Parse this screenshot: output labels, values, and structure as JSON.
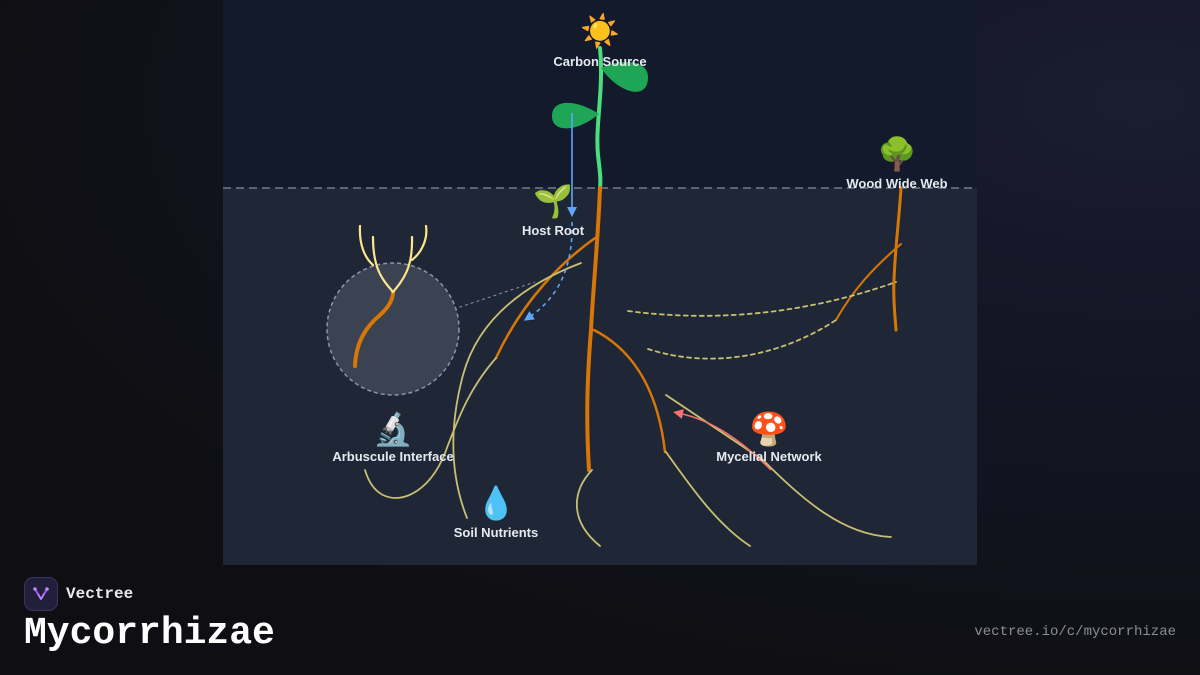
{
  "diagram": {
    "nodes": {
      "carbon_source": {
        "label": "Carbon Source",
        "icon": "sun-icon",
        "glyph": "☀️"
      },
      "host_root": {
        "label": "Host Root",
        "icon": "seedling-icon",
        "glyph": "🌱"
      },
      "wood_wide_web": {
        "label": "Wood Wide Web",
        "icon": "tree-icon",
        "glyph": "🌳"
      },
      "arbuscule_interface": {
        "label": "Arbuscule Interface",
        "icon": "microscope-icon",
        "glyph": "🔬"
      },
      "mycelial_network": {
        "label": "Mycelial Network",
        "icon": "mushroom-icon",
        "glyph": "🍄"
      },
      "soil_nutrients": {
        "label": "Soil Nutrients",
        "icon": "droplet-icon",
        "glyph": "💧"
      }
    },
    "colors": {
      "sky": "#131a2b",
      "soil": "#1f2736",
      "ground_line": "#5b6473",
      "stem": "#4ade80",
      "leaf": "#1ea556",
      "root": "#d97706",
      "hyphae": "#c8bf73",
      "arbuscule": "#fde68a",
      "sugar_flow": "#60a5fa",
      "nutrient_flow": "#f87171",
      "magnifier_fill": "#3b4352",
      "magnifier_stroke": "#8c95a3"
    }
  },
  "brand": {
    "name": "Vectree",
    "logo_icon": "vectree-logo-icon",
    "accent": "#a855f7"
  },
  "page": {
    "title": "Mycorrhizae",
    "url": "vectree.io/c/mycorrhizae"
  }
}
